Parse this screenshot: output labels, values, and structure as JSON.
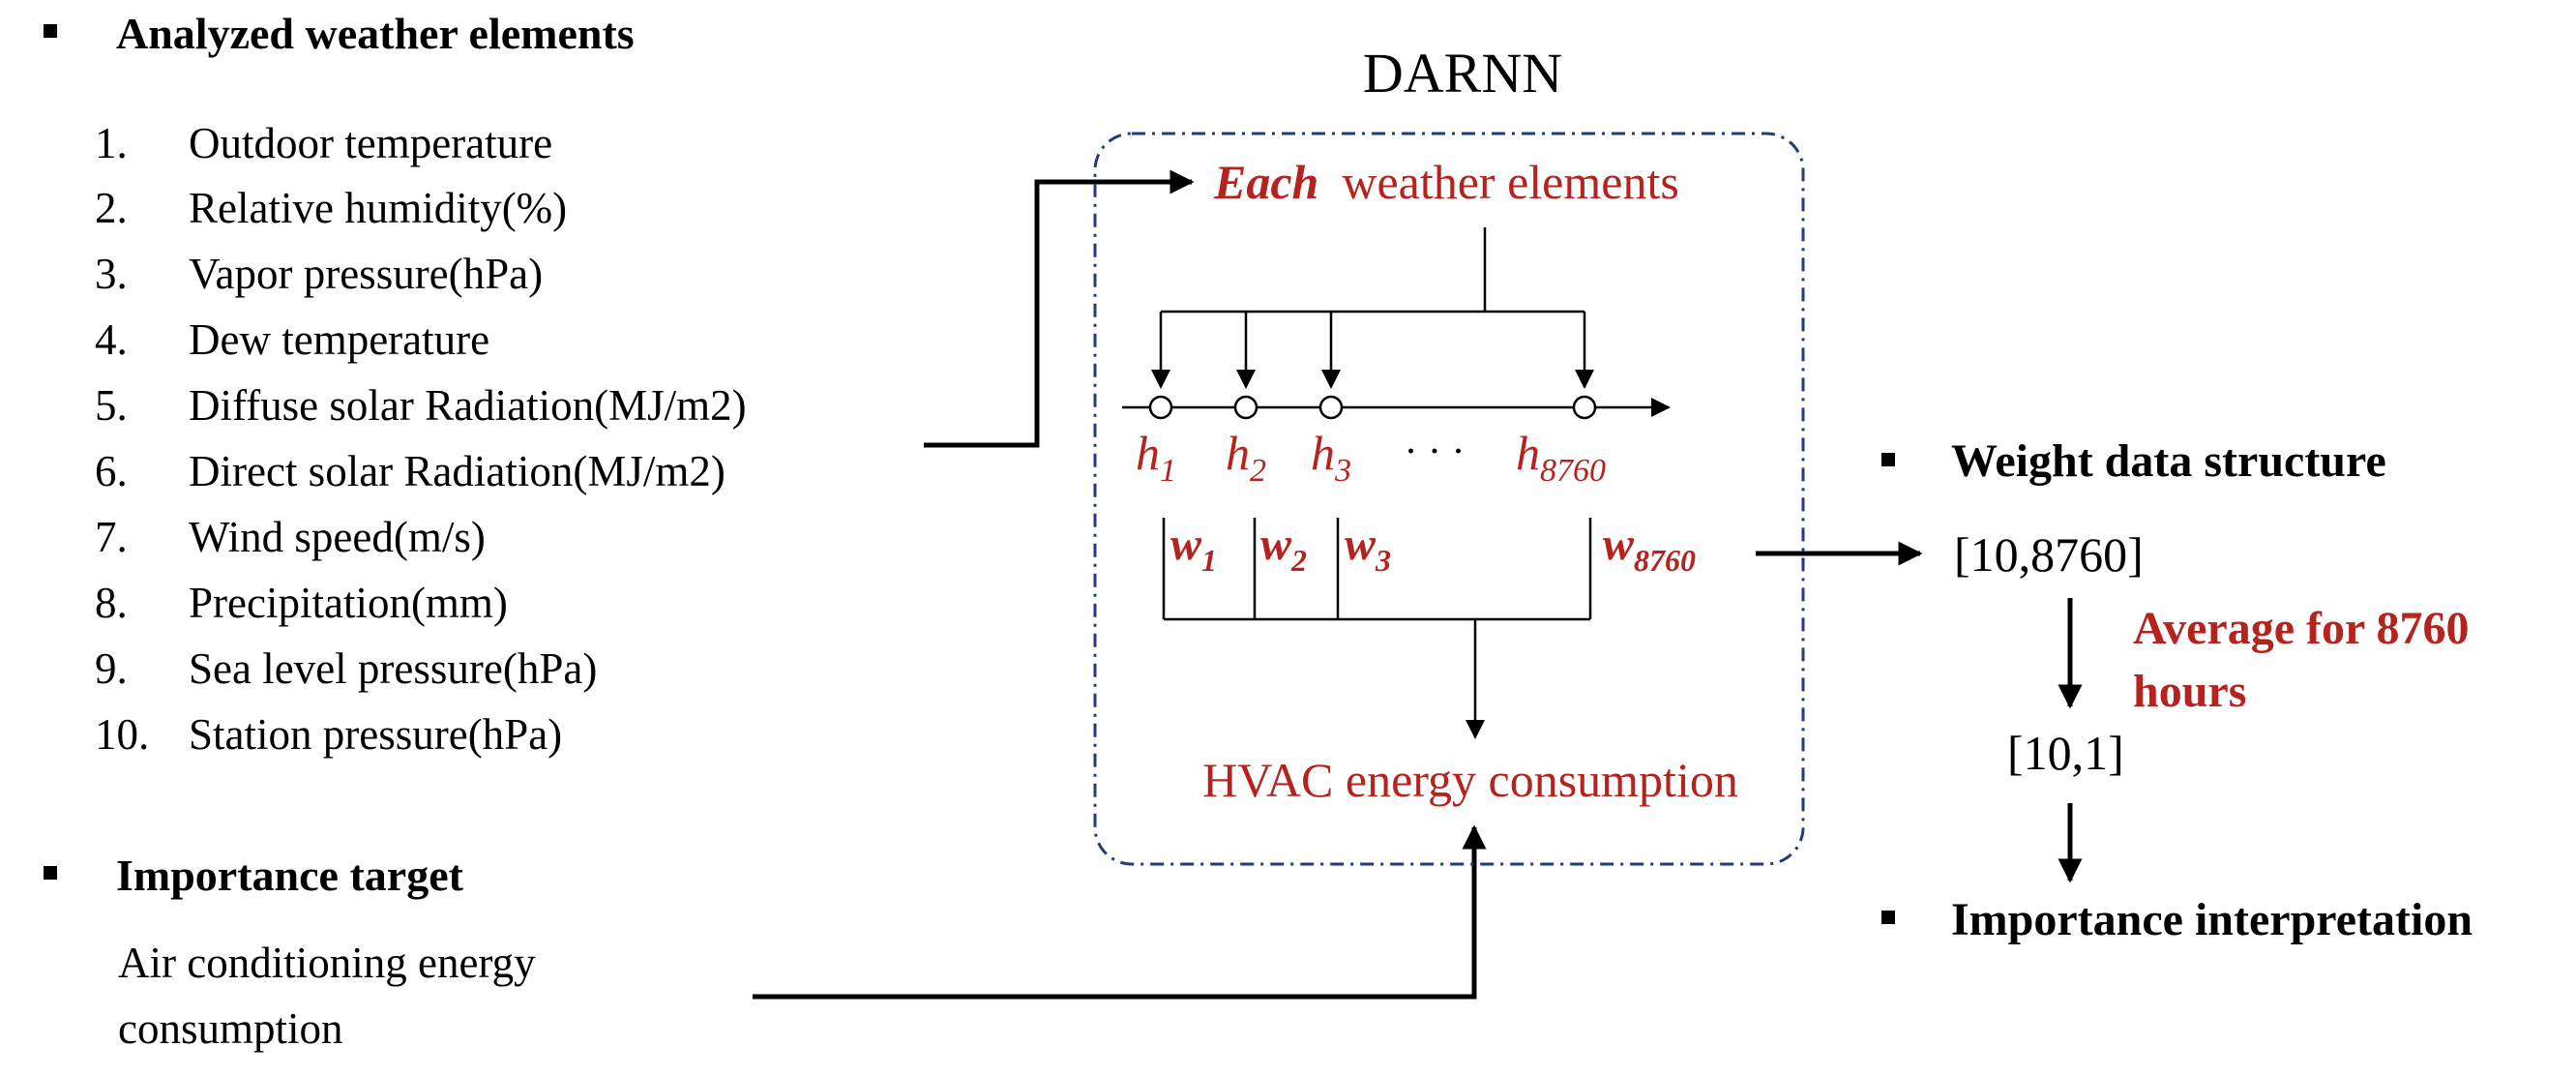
{
  "left": {
    "weather_heading": "Analyzed weather elements",
    "weather_items": [
      {
        "num": "1.",
        "text": "Outdoor temperature"
      },
      {
        "num": "2.",
        "text": "Relative humidity(%)"
      },
      {
        "num": "3.",
        "text": "Vapor pressure(hPa)"
      },
      {
        "num": "4.",
        "text": "Dew temperature"
      },
      {
        "num": "5.",
        "text": "Diffuse solar Radiation(MJ/m2)"
      },
      {
        "num": "6.",
        "text": "Direct solar Radiation(MJ/m2)"
      },
      {
        "num": "7.",
        "text": "Wind speed(m/s)"
      },
      {
        "num": "8.",
        "text": "Precipitation(mm)"
      },
      {
        "num": "9.",
        "text": "Sea level pressure(hPa)"
      },
      {
        "num": "10.",
        "text": "Station pressure(hPa)"
      }
    ],
    "target_heading": "Importance target",
    "target_lines": [
      "Air conditioning energy",
      "consumption"
    ]
  },
  "model": {
    "title": "DARNN",
    "input_emph": "Each",
    "input_rest": "weather elements",
    "hidden": [
      {
        "base": "h",
        "sub": "1"
      },
      {
        "base": "h",
        "sub": "2"
      },
      {
        "base": "h",
        "sub": "3"
      },
      {
        "base": "h",
        "sub": "8760"
      }
    ],
    "ellipsis": "· · ·",
    "weights": [
      {
        "base": "w",
        "sub": "1"
      },
      {
        "base": "w",
        "sub": "2"
      },
      {
        "base": "w",
        "sub": "3"
      },
      {
        "base": "w",
        "sub": "8760"
      }
    ],
    "output": "HVAC energy consumption"
  },
  "right": {
    "structure_heading": "Weight data structure",
    "shape_full": "[10,8760]",
    "average_lines": [
      "Average for 8760",
      "hours"
    ],
    "shape_avg": "[10,1]",
    "result_heading": "Importance interpretation"
  },
  "colors": {
    "accent_red": "#b5231f",
    "box_border": "#1f3d7a"
  }
}
